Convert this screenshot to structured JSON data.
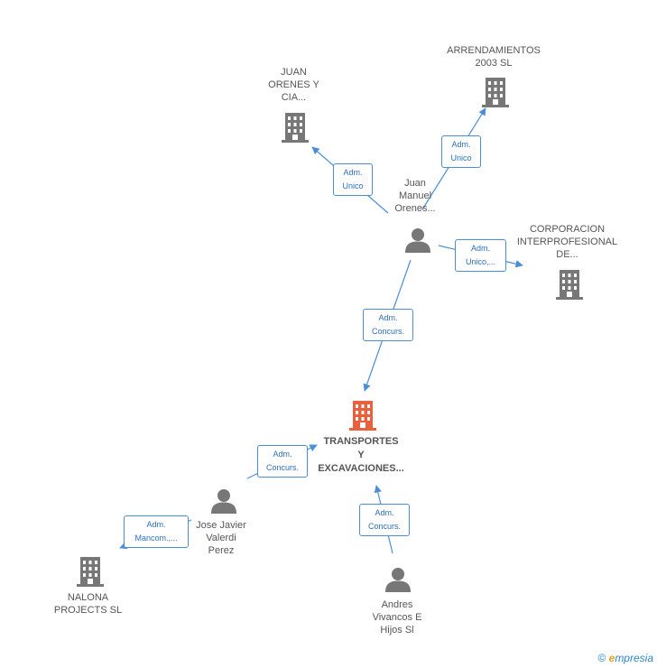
{
  "colors": {
    "edge": "#4a8fd6",
    "company": "#777777",
    "main": "#e8603c",
    "person": "#777777"
  },
  "nodes": {
    "juan_orenes_cia": {
      "lines": [
        "JUAN",
        "ORENES Y",
        "CIA..."
      ],
      "icon": "building-icon"
    },
    "arrendamientos": {
      "lines": [
        "ARRENDAMIENTOS",
        "2003 SL"
      ],
      "icon": "building-icon"
    },
    "juan_manuel": {
      "lines": [
        "Juan",
        "Manuel",
        "Orenes..."
      ],
      "icon": "person-icon"
    },
    "corporacion": {
      "lines": [
        "CORPORACION",
        "INTERPROFESIONAL",
        "DE..."
      ],
      "icon": "building-icon"
    },
    "transportes": {
      "lines": [
        "TRANSPORTES",
        "Y",
        "EXCAVACIONES..."
      ],
      "icon": "building-icon"
    },
    "jose_javier": {
      "lines": [
        "Jose Javier",
        "Valerdi",
        "Perez"
      ],
      "icon": "person-icon"
    },
    "nalona": {
      "lines": [
        "NALONA",
        "PROJECTS SL"
      ],
      "icon": "building-icon"
    },
    "andres": {
      "lines": [
        "Andres",
        "Vivancos E",
        "Hijos Sl"
      ],
      "icon": "person-icon"
    }
  },
  "edges": {
    "e1": [
      "Adm.",
      "Unico"
    ],
    "e2": [
      "Adm.",
      "Unico"
    ],
    "e3": [
      "Adm.",
      "Unico,..."
    ],
    "e4": [
      "Adm.",
      "Concurs."
    ],
    "e5": [
      "Adm.",
      "Concurs."
    ],
    "e6": [
      "Adm.",
      "Mancom.,..."
    ],
    "e7": [
      "Adm.",
      "Concurs."
    ]
  },
  "footer": {
    "copyright": "©",
    "brand_initial": "e",
    "brand_rest": "mpresia"
  }
}
